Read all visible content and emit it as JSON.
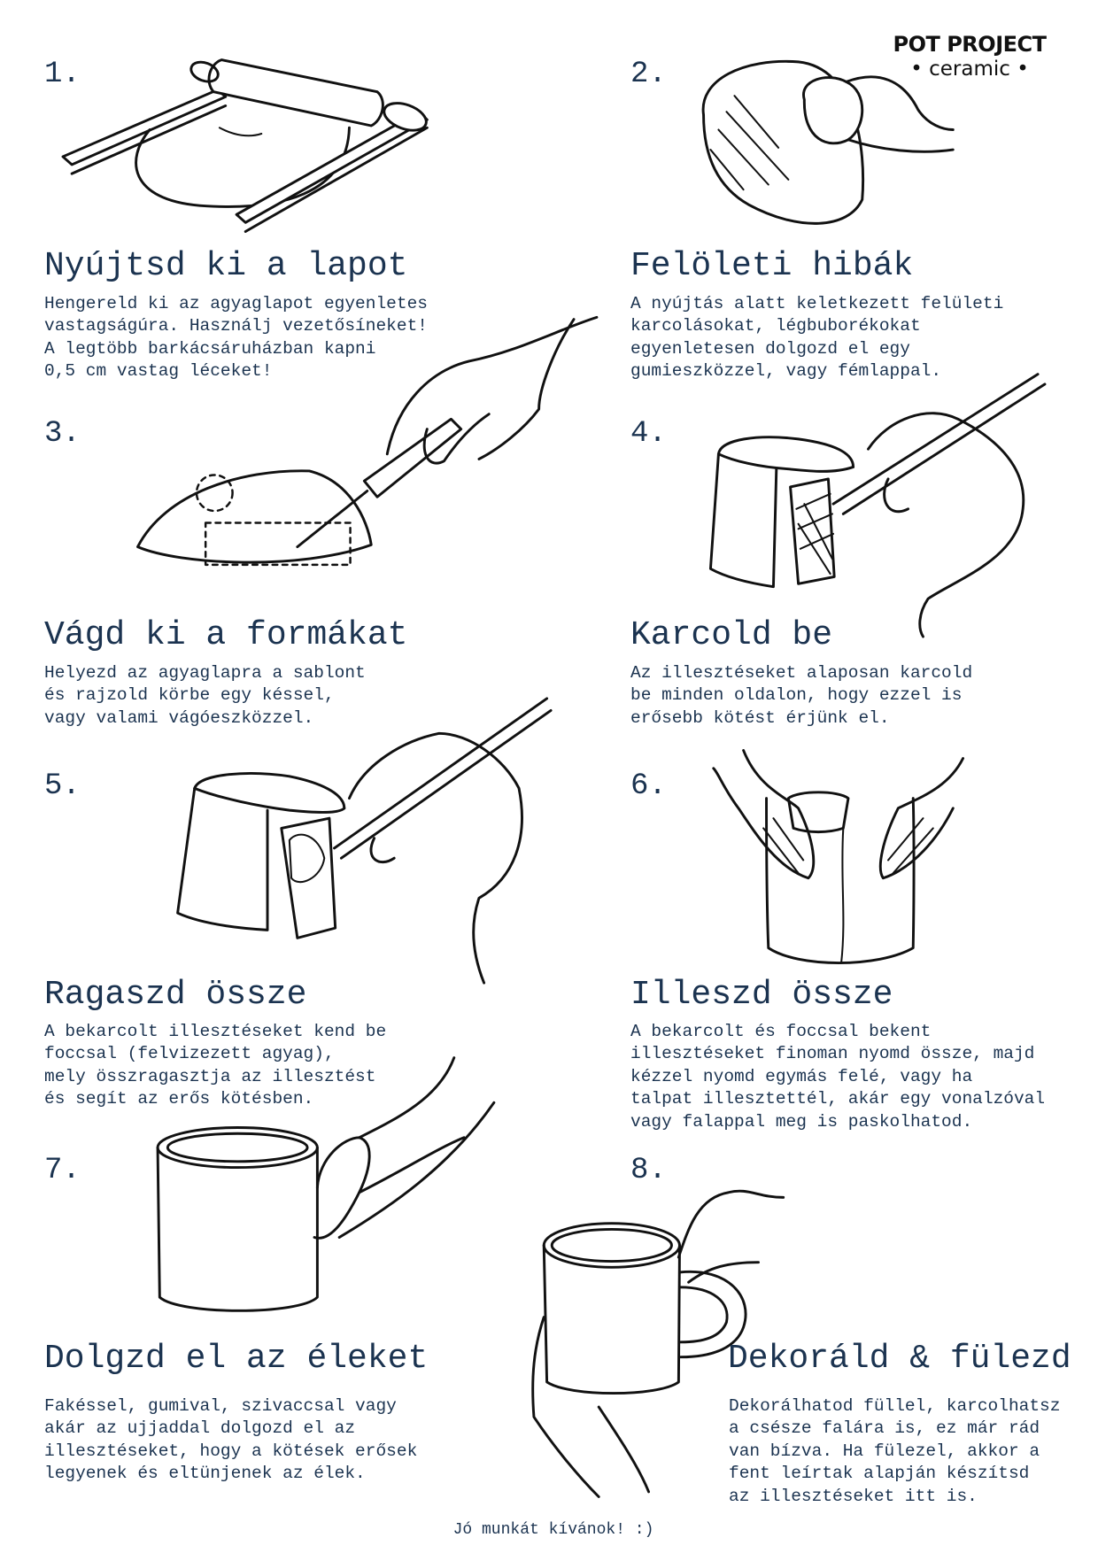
{
  "logo": {
    "brand": "POT PROJECT",
    "sub": "• ceramic •"
  },
  "steps": [
    {
      "number": "1.",
      "title": "Nyújtsd ki a lapot",
      "lines": [
        "Hengereld ki az agyaglapot egyenletes",
        "vastagságúra. Használj vezetősíneket!",
        "A legtöbb barkácsáruházban kapni",
        "0,5 cm vastag léceket!"
      ]
    },
    {
      "number": "2.",
      "title": "Felöleti hibák",
      "lines": [
        "A nyújtás alatt keletkezett felületi",
        "karcolásokat, légbuborékokat",
        "egyenletesen dolgozd el egy",
        "gumieszközzel, vagy fémlappal."
      ]
    },
    {
      "number": "3.",
      "title": "Vágd ki a formákat",
      "lines": [
        "Helyezd az agyaglapra a sablont",
        "és rajzold körbe egy késsel,",
        "vagy valami vágóeszközzel."
      ]
    },
    {
      "number": "4.",
      "title": "Karcold be",
      "lines": [
        "Az illesztéseket alaposan karcold",
        "be minden oldalon, hogy ezzel is",
        "erősebb kötést érjünk el."
      ]
    },
    {
      "number": "5.",
      "title": "Ragaszd össze",
      "lines": [
        "A bekarcolt illesztéseket kend be",
        "foccsal (felvizezett agyag),",
        "mely összragasztja az illesztést",
        "és segít az erős kötésben."
      ]
    },
    {
      "number": "6.",
      "title": "Illeszd össze",
      "lines": [
        "A bekarcolt és foccsal bekent",
        "illesztéseket finoman nyomd össze, majd",
        "kézzel nyomd egymás felé, vagy ha",
        "talpat illesztettél, akár egy vonalzóval",
        "vagy falappal meg is paskolhatod."
      ]
    },
    {
      "number": "7.",
      "title": "Dolgzd el az éleket",
      "lines": [
        "Fakéssel, gumival, szivaccsal vagy",
        "akár az ujjaddal dolgozd el az",
        "illesztéseket, hogy a kötések erősek",
        "legyenek és eltünjenek az élek."
      ]
    },
    {
      "number": "8.",
      "title": "Dekoráld & fülezd",
      "lines": [
        "Dekorálhatod füllel, karcolhatsz",
        "a csésze falára is, ez már rád",
        "van bízva. Ha fülezel, akkor a",
        "fent leírtak alapján készítsd",
        "az illesztéseket itt is."
      ]
    }
  ],
  "footer": "Jó munkát kívánok! :)",
  "colors": {
    "text": "#1b3350",
    "lineart": "#111111"
  }
}
